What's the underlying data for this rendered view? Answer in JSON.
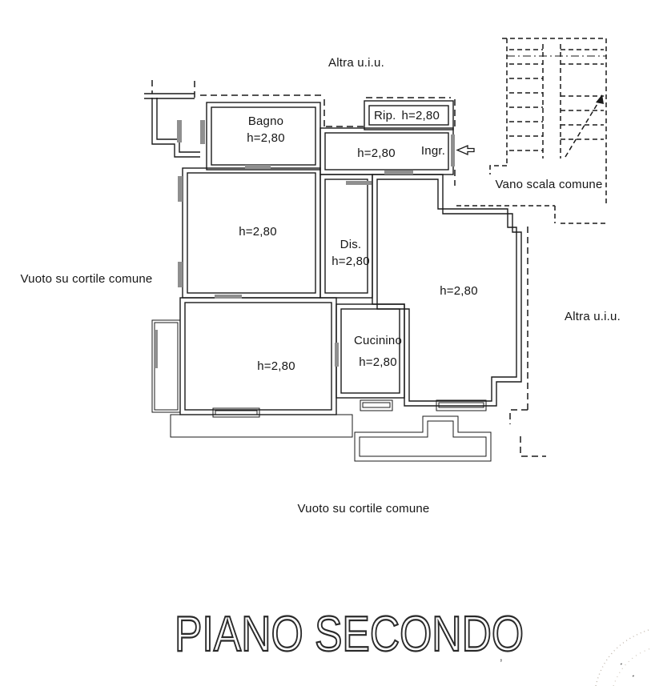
{
  "title": "PIANO SECONDO",
  "plan": {
    "surroundings": {
      "top_label": "Altra u.i.u.",
      "right_label": "Altra u.i.u.",
      "left_label": "Vuoto su cortile comune",
      "bottom_label": "Vuoto su cortile comune",
      "stairwell_label": "Vano scala comune"
    },
    "rooms": {
      "bagno": {
        "name": "Bagno",
        "height": "h=2,80"
      },
      "ripostiglio": {
        "name": "Rip.",
        "height": "h=2,80"
      },
      "ingresso": {
        "name": "Ingr.",
        "height": "h=2,80"
      },
      "room_mid_left": {
        "height": "h=2,80"
      },
      "disimpegno": {
        "name": "Dis.",
        "height": "h=2,80"
      },
      "room_right": {
        "height": "h=2,80"
      },
      "room_bottom_left": {
        "height": "h=2,80"
      },
      "cucinino": {
        "name": "Cucinino",
        "height": "h=2,80"
      }
    }
  },
  "colors": {
    "ink": "#1a1a1a",
    "wall_hatch": "#8f8f8f",
    "paper": "#ffffff"
  }
}
